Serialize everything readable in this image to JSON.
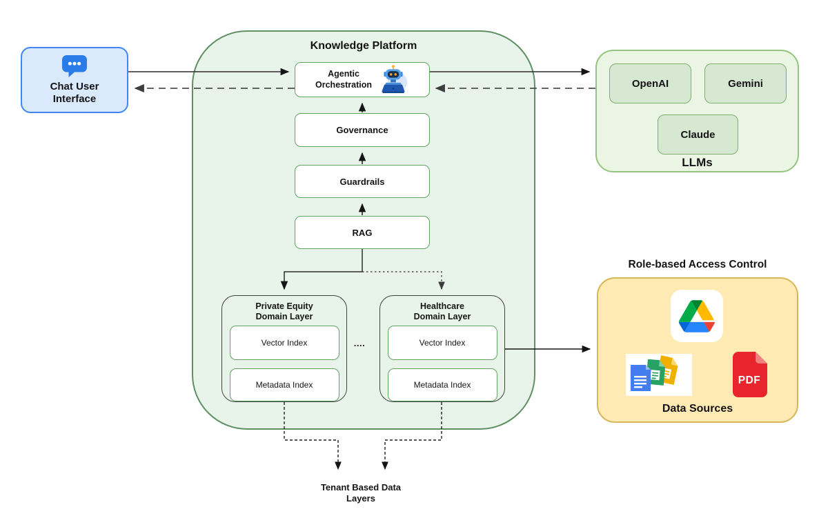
{
  "chat": {
    "label": "Chat User\nInterface"
  },
  "platform": {
    "title": "Knowledge Platform",
    "agentic_label": "Agentic\nOrchestration",
    "governance_label": "Governance",
    "guardrails_label": "Guardrails",
    "rag_label": "RAG",
    "ellipsis": "....",
    "domains": [
      {
        "title": "Private Equity\nDomain Layer",
        "items": [
          "Vector Index",
          "Metadata Index"
        ]
      },
      {
        "title": "Healthcare\nDomain Layer",
        "items": [
          "Vector Index",
          "Metadata Index"
        ]
      }
    ]
  },
  "llms": {
    "title": "LLMs",
    "models": [
      "OpenAI",
      "Gemini",
      "Claude"
    ]
  },
  "rbac": {
    "title": "Role-based Access Control",
    "caption": "Data Sources",
    "pdf_label": "PDF"
  },
  "tenant_label": "Tenant Based Data\nLayers",
  "icons": {
    "chat": "chat-bubble-icon",
    "robot": "robot-assistant-icon",
    "drive": "google-drive-icon",
    "docs": "google-docs-stack-icon",
    "pdf": "pdf-file-icon"
  },
  "colors": {
    "chat_fill": "#dbe9fd",
    "chat_border": "#4285f4",
    "platform_fill": "#e8f4e9",
    "platform_border": "#5f8f63",
    "node_border": "#61a35f",
    "domain_border": "#3f3f3f",
    "llms_fill": "#ebf5e4",
    "llms_border": "#94c47d",
    "model_fill": "#d6e8d2",
    "model_border": "#7fae6d",
    "rbac_fill": "#ffeab3",
    "rbac_border": "#d6b656",
    "arrow_solid": "#2b2b2b",
    "arrow_dashed": "#4d4d4d"
  }
}
